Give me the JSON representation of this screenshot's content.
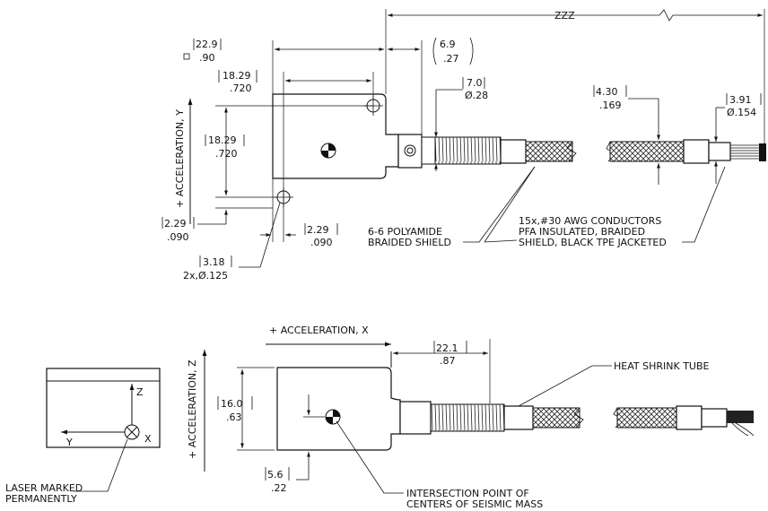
{
  "dims": {
    "zzz": "ZZZ",
    "d22_9_mm": "22.9",
    "d22_9_in": ".90",
    "d6_9_mm": "6.9",
    "d6_9_in": ".27",
    "d18_29a_mm": "18.29",
    "d18_29a_in": ".720",
    "d18_29b_mm": "18.29",
    "d18_29b_in": ".720",
    "d7_0_mm": "7.0",
    "d7_0_in": "Ø.28",
    "d4_30_mm": "4.30",
    "d4_30_in": ".169",
    "d3_91_mm": "3.91",
    "d3_91_in": "Ø.154",
    "d2_29a_mm": "2.29",
    "d2_29a_in": ".090",
    "d2_29b_mm": "2.29",
    "d2_29b_in": ".090",
    "d3_18_mm": "3.18",
    "d3_18_in": "2x,Ø.125",
    "d22_1_mm": "22.1",
    "d22_1_in": ".87",
    "d16_0_mm": "16.0",
    "d16_0_in": ".63",
    "d5_6_mm": "5.6",
    "d5_6_in": ".22"
  },
  "labels": {
    "accel_y": "+ ACCELERATION, Y",
    "accel_z": "+ ACCELERATION, Z",
    "accel_x": "+ ACCELERATION, X",
    "polyamide_1": "6-6 POLYAMIDE",
    "polyamide_2": "BRAIDED SHIELD",
    "conductors_1": "15x,#30 AWG CONDUCTORS",
    "conductors_2": "PFA INSULATED, BRAIDED",
    "conductors_3": "SHIELD, BLACK TPE JACKETED",
    "heat_shrink": "HEAT SHRINK TUBE",
    "laser_1": "LASER MARKED",
    "laser_2": "PERMANENTLY",
    "intersection_1": "INTERSECTION POINT OF",
    "intersection_2": "CENTERS OF SEISMIC MASS",
    "axis_z": "Z",
    "axis_y": "Y",
    "axis_x": "X"
  }
}
